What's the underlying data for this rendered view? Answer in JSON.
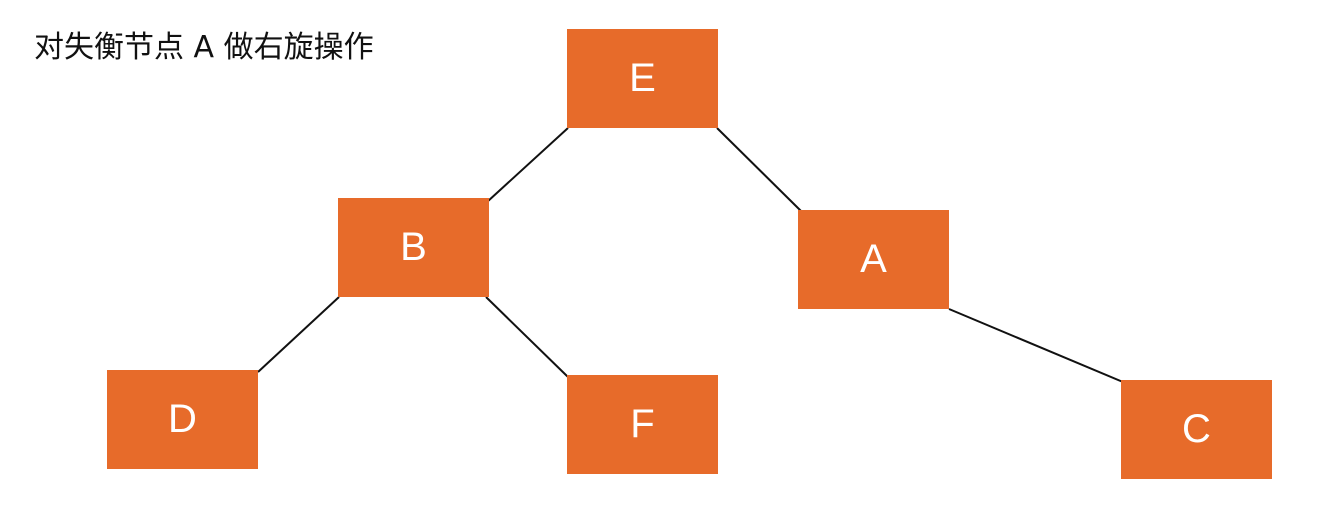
{
  "title": "对失衡节点 A 做右旋操作",
  "node_color": "#e76b2a",
  "edge_color": "#111111",
  "nodes": [
    {
      "id": "E",
      "label": "E"
    },
    {
      "id": "B",
      "label": "B"
    },
    {
      "id": "A",
      "label": "A"
    },
    {
      "id": "D",
      "label": "D"
    },
    {
      "id": "F",
      "label": "F"
    },
    {
      "id": "C",
      "label": "C"
    }
  ],
  "edges": [
    {
      "from": "E",
      "to": "B"
    },
    {
      "from": "E",
      "to": "A"
    },
    {
      "from": "B",
      "to": "D"
    },
    {
      "from": "B",
      "to": "F"
    },
    {
      "from": "A",
      "to": "C"
    }
  ]
}
